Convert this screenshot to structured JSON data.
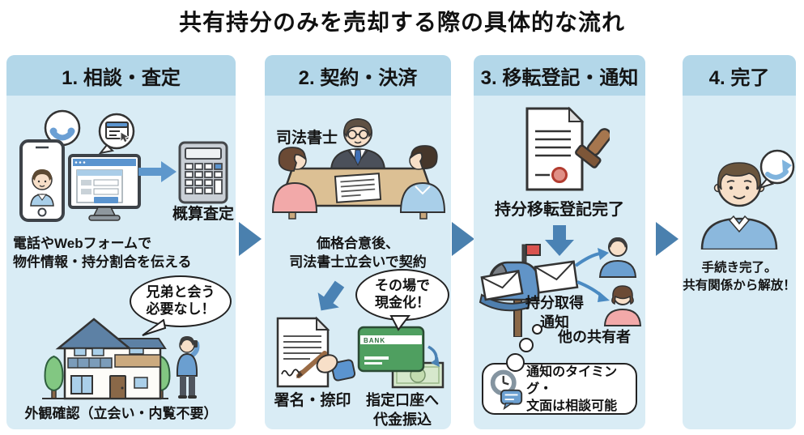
{
  "title": "共有持分のみを売却する際の具体的な流れ",
  "steps": [
    {
      "header": "1. 相談・査定",
      "estimate_label": "概算査定",
      "desc_line1": "電話やWebフォームで",
      "desc_line2": "物件情報・持分割合を伝える",
      "callout_line1": "兄弟と会う",
      "callout_line2": "必要なし！",
      "footer_note": "外観確認（立会い・内覧不要）"
    },
    {
      "header": "2. 契約・決済",
      "scrivener_label": "司法書士",
      "desc_line1": "価格合意後、",
      "desc_line2": "司法書士立会いで契約",
      "callout_line1": "その場で",
      "callout_line2": "現金化！",
      "sign_label": "署名・捺印",
      "card_text": "BANK",
      "payment_line1": "指定口座へ",
      "payment_line2": "代金振込"
    },
    {
      "header": "3. 移転登記・通知",
      "registration_label": "持分移転登記完了",
      "notice_line1": "持分取得",
      "notice_line2": "通知",
      "coowners_label": "他の共有者",
      "note_line1": "通知のタイミング・",
      "note_line2": "文面は相談可能"
    },
    {
      "header": "4. 完了",
      "desc_line1": "手続き完了。",
      "desc_line2": "共有関係から解放！"
    }
  ],
  "colors": {
    "panel_body": "#d9ecf5",
    "panel_header": "#b3d7e9",
    "flow_arrow": "#4a80ae",
    "small_arrow": "#5e97cc",
    "card_green": "#4f9f60",
    "mailbox_blue": "#6194c7",
    "flag_red": "#d9534f",
    "roof_slate": "#5d81a5"
  }
}
